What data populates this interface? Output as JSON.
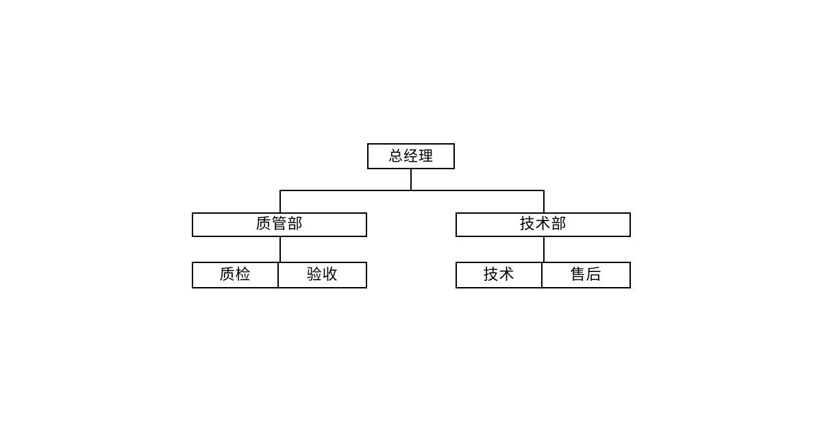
{
  "diagram": {
    "type": "organization-chart",
    "title": "",
    "background_color": "#ffffff",
    "line_color": "#000000",
    "box_fill_color": "#ffffff",
    "text_color": "#000000",
    "levels": 3,
    "root": {
      "label": "总经理"
    },
    "departments": [
      {
        "label": "质管部",
        "teams": [
          {
            "label": "质检"
          },
          {
            "label": "验收"
          }
        ]
      },
      {
        "label": "技术部",
        "teams": [
          {
            "label": "技术"
          },
          {
            "label": "售后"
          }
        ]
      }
    ]
  }
}
